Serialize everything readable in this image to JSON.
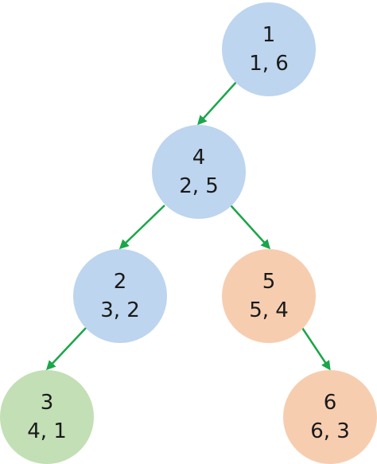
{
  "diagram": {
    "nodes": [
      {
        "id": "1",
        "key": "1",
        "pair": "1, 6",
        "color": "#bdd5ee"
      },
      {
        "id": "4",
        "key": "4",
        "pair": "2, 5",
        "color": "#bdd5ee"
      },
      {
        "id": "2",
        "key": "2",
        "pair": "3, 2",
        "color": "#bdd5ee"
      },
      {
        "id": "5",
        "key": "5",
        "pair": "5, 4",
        "color": "#f7cdb0"
      },
      {
        "id": "3",
        "key": "3",
        "pair": "4, 1",
        "color": "#c3dfb5"
      },
      {
        "id": "6",
        "key": "6",
        "pair": "6, 3",
        "color": "#f7cdb0"
      }
    ],
    "edges": [
      {
        "from": "1",
        "to": "4"
      },
      {
        "from": "4",
        "to": "2"
      },
      {
        "from": "4",
        "to": "5"
      },
      {
        "from": "2",
        "to": "3"
      },
      {
        "from": "5",
        "to": "6"
      }
    ],
    "edge_color": "#1aa64a"
  }
}
